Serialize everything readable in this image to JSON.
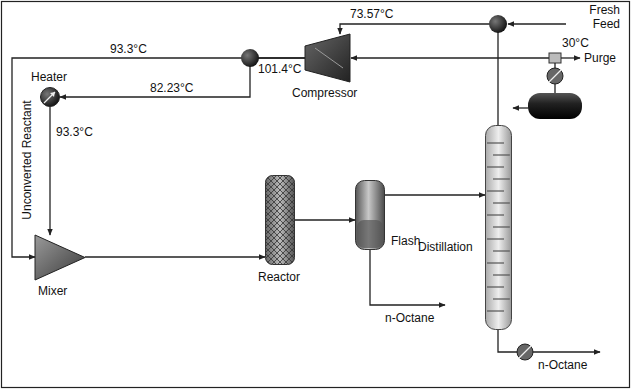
{
  "diagram": {
    "nodes": [
      {
        "text": [
          "Compressor"
        ]
      },
      {
        "text": [
          "Heater"
        ]
      },
      {
        "text": [
          "Mixer"
        ]
      },
      {
        "text": [
          "Reactor"
        ]
      },
      {
        "text": [
          "Flash"
        ]
      },
      {
        "text": [
          "Distillation"
        ]
      }
    ],
    "edges": [
      {
        "from": 5,
        "to": 0,
        "arrow": "to"
      },
      {
        "from": 0,
        "to": 1,
        "arrow": "to"
      },
      {
        "from": 0,
        "to": 2,
        "arrow": "to"
      },
      {
        "from": 1,
        "to": 2,
        "arrow": "to"
      },
      {
        "from": 2,
        "to": 3,
        "arrow": "to"
      },
      {
        "from": 3,
        "to": 4,
        "arrow": "to"
      },
      {
        "from": 4,
        "to": 5,
        "arrow": "to"
      }
    ],
    "labels": [
      "Fresh Feed",
      "73.57°C",
      "30°C",
      "Purge",
      "93.3°C",
      "101.4°C",
      "82.23°C",
      "93.3°C",
      "Unconverted Reactant",
      "n-Octane",
      "n-Octane"
    ]
  }
}
